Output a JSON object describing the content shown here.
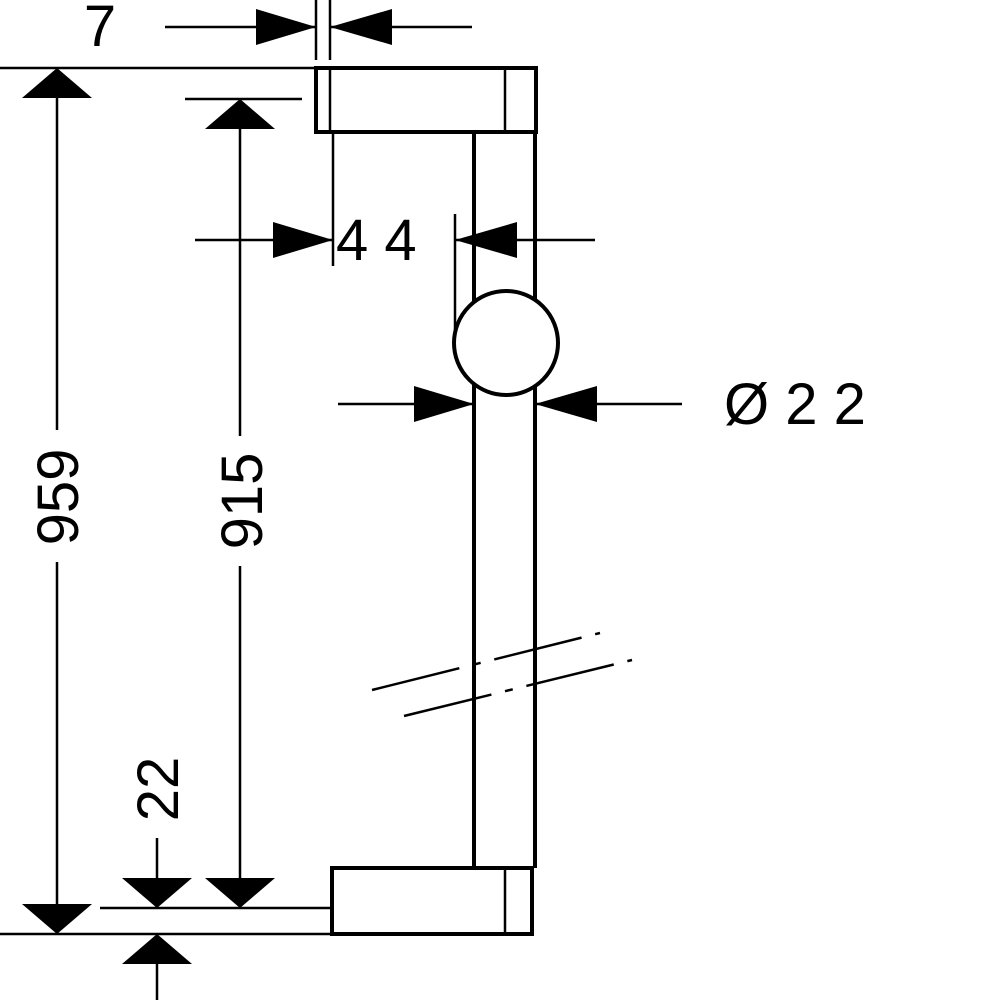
{
  "dimensions": {
    "total_height": "959",
    "centre_distance": "915",
    "wall_offset": "7",
    "bar_offset": "4 4",
    "bar_diameter": "Ø  2 2",
    "bracket_height": "22"
  },
  "colors": {
    "line": "#000000",
    "background": "#ffffff"
  }
}
